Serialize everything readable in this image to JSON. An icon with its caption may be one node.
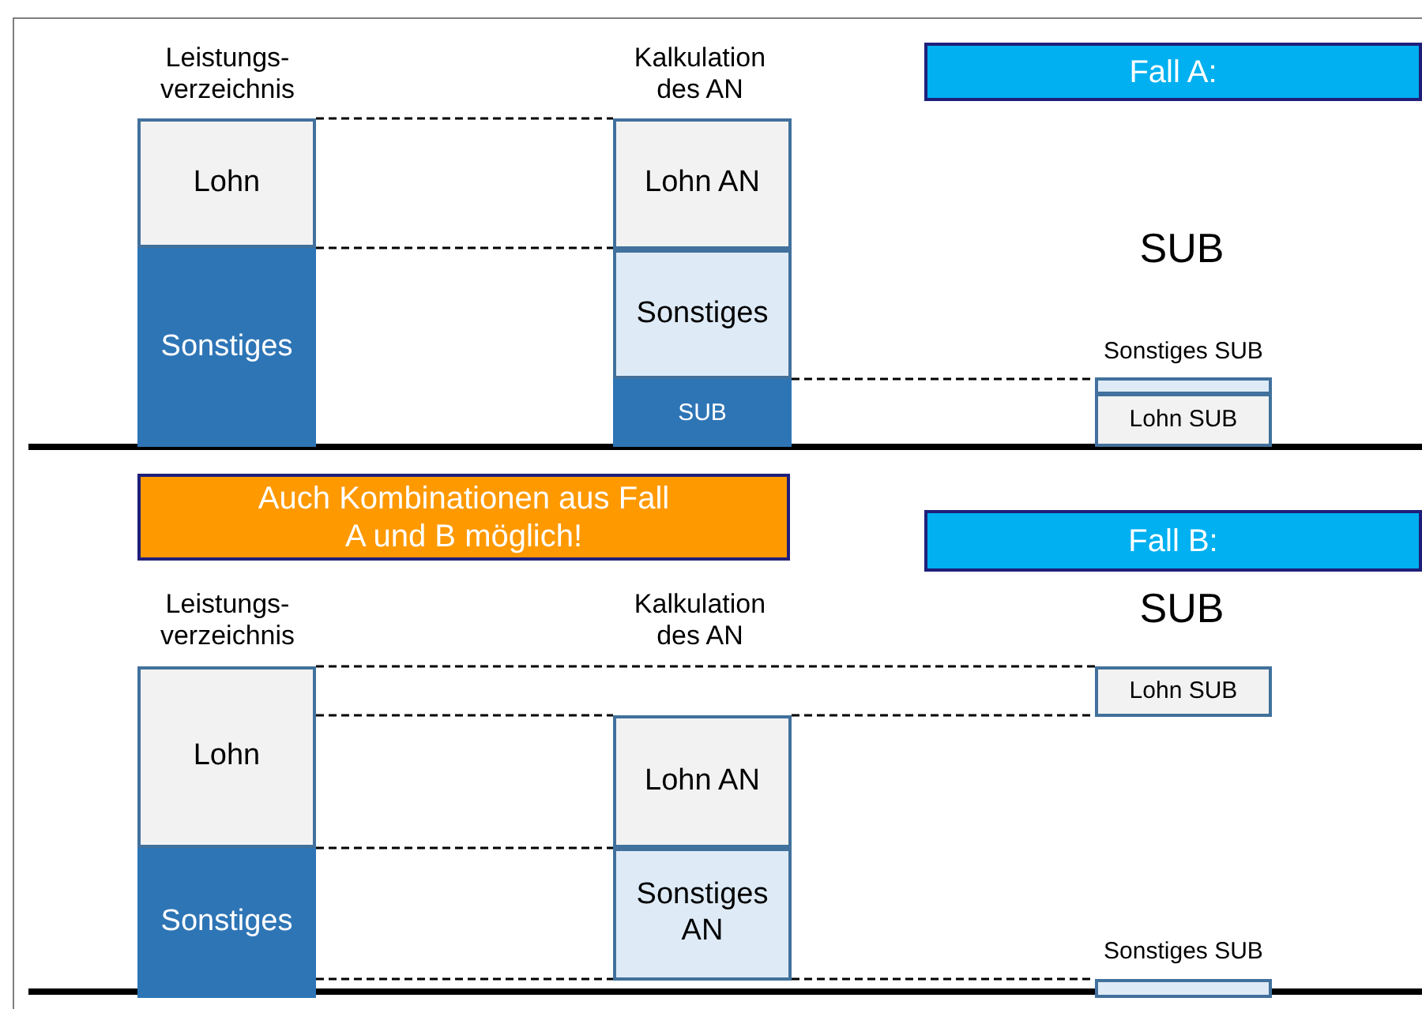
{
  "diagram": {
    "nodes": [
      {
        "text": [
          "Fall A:"
        ]
      },
      {
        "text": [
          "Lohn"
        ]
      },
      {
        "text": [
          "Sonstiges"
        ]
      },
      {
        "text": [
          "Lohn AN"
        ]
      },
      {
        "text": [
          "Sonstiges"
        ]
      },
      {
        "text": [
          "SUB"
        ]
      },
      {
        "text": [],
        "shape": "bar",
        "beside": [
          "Sonstiges SUB"
        ]
      },
      {
        "text": [
          "Lohn SUB"
        ]
      },
      {
        "text": [
          "Auch Kombinationen aus Fall A und B möglich!"
        ]
      },
      {
        "text": [
          "Fall B:"
        ]
      },
      {
        "text": [
          "Lohn"
        ]
      },
      {
        "text": [
          "Lohn SUB"
        ]
      },
      {
        "text": [
          "Lohn AN"
        ]
      },
      {
        "text": [
          "Sonstiges"
        ]
      },
      {
        "text": [
          "Sonstiges AN"
        ]
      },
      {
        "text": [],
        "shape": "bar",
        "beside": [
          "Sonstiges SUB"
        ]
      }
    ],
    "edges": [
      {
        "from": 1,
        "to": 3,
        "arrow": "none",
        "style": "dashed"
      },
      {
        "from": 2,
        "to": 4,
        "arrow": "none",
        "style": "dashed"
      },
      {
        "from": 5,
        "to": 6,
        "arrow": "none",
        "style": "dashed"
      },
      {
        "from": 10,
        "to": 11,
        "arrow": "none",
        "style": "dashed"
      },
      {
        "from": 10,
        "to": 12,
        "arrow": "none",
        "style": "dashed"
      },
      {
        "from": 12,
        "to": 11,
        "arrow": "none",
        "style": "dashed"
      },
      {
        "from": 13,
        "to": 14,
        "arrow": "none",
        "style": "dashed"
      },
      {
        "from": 13,
        "to": 14,
        "arrow": "none",
        "style": "dashed"
      },
      {
        "from": 14,
        "to": 15,
        "arrow": "none",
        "style": "dashed"
      }
    ],
    "labels": [
      "Leistungs- verzeichnis",
      "Kalkulation des AN",
      "SUB",
      "Leistungs- verzeichnis",
      "Kalkulation des AN",
      "SUB"
    ]
  }
}
